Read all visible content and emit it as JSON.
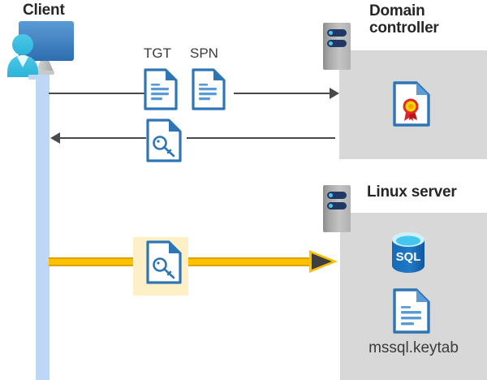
{
  "diagram": {
    "title_client": "Client",
    "title_domain_controller": "Domain controller",
    "title_linux_server": "Linux server"
  },
  "labels": {
    "tgt": "TGT",
    "spn": "SPN",
    "keytab_filename": "mssql.keytab",
    "sql_text": "SQL"
  },
  "icons": {
    "client": "client-computer-user-icon",
    "server": "server-rack-icon",
    "document": "document-icon",
    "key_document": "key-document-icon",
    "certificate_document": "certificate-document-icon",
    "database": "sql-database-icon"
  },
  "flows": [
    {
      "id": "request",
      "direction": "client-to-domain-controller",
      "style": "thin-gray-arrow",
      "payload": [
        "TGT",
        "SPN"
      ]
    },
    {
      "id": "response",
      "direction": "domain-controller-to-client",
      "style": "thin-gray-arrow",
      "payload": [
        "key-document"
      ]
    },
    {
      "id": "authenticate",
      "direction": "client-to-linux-server",
      "style": "thick-gold-arrow",
      "payload": [
        "key-document"
      ],
      "highlighted": true
    }
  ],
  "colors": {
    "panel_gray": "#d8d8d8",
    "lifeline_blue": "#bed7f5",
    "gold_arrow": "#ffc000",
    "gold_arrow_edge": "#d9a400",
    "highlight_yellow": "#fdf0c6",
    "doc_blue": "#2e75b6",
    "sql_blue": "#1f6fb5",
    "title_text": "#262626",
    "arrow_gray": "#4a4a4a"
  }
}
